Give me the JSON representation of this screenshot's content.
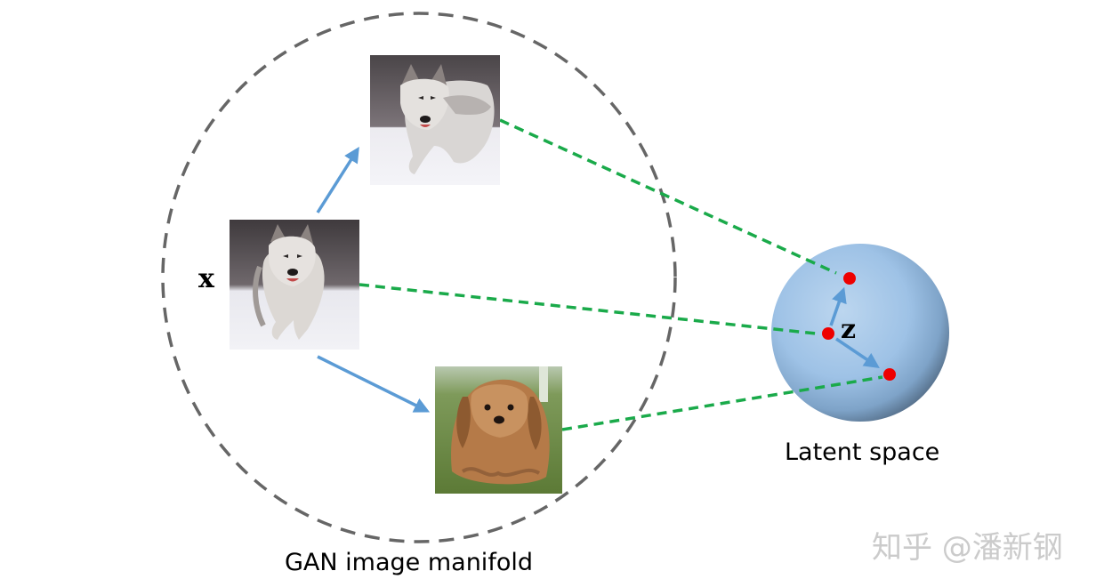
{
  "labels": {
    "manifold": "GAN image manifold",
    "latent": "Latent space",
    "x_var": "x",
    "z_var": "z"
  },
  "watermark": "知乎 @潘新钢",
  "images": {
    "wolf_source": "wolf-photo",
    "wolf_top": "wolf-photo",
    "dog_bottom": "dog-photo"
  },
  "colors": {
    "manifold_border": "#666666",
    "arrow": "#5b9bd5",
    "mapping_line": "#1aaa4a",
    "latent_point": "#ee0000",
    "sphere_light": "#bcd6ef",
    "sphere_dark": "#4f6780"
  }
}
